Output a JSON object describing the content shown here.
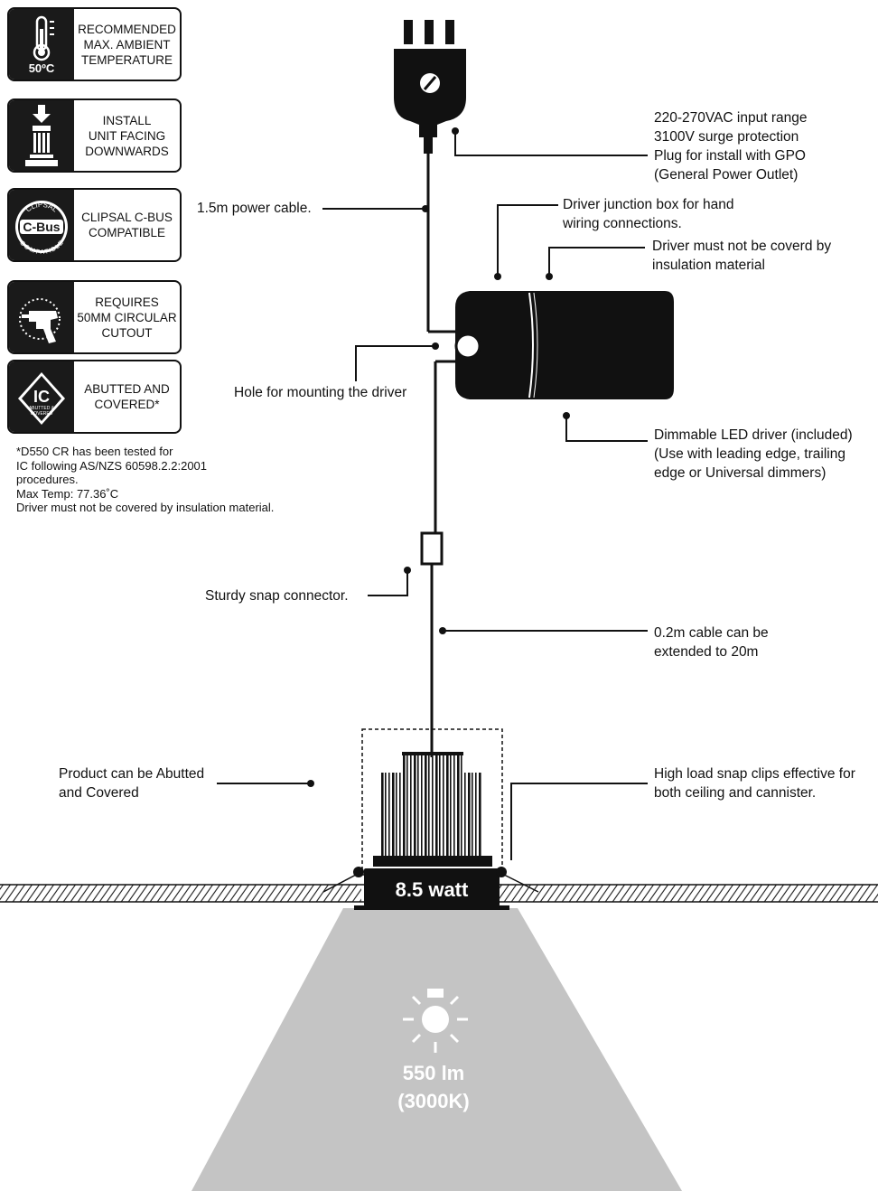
{
  "badges": [
    {
      "label": "RECOMMENDED\nMAX. AMBIENT\nTEMPERATURE",
      "icon_text": "50ºC",
      "icon": "thermometer-icon"
    },
    {
      "label": "INSTALL\nUNIT FACING\nDOWNWARDS",
      "icon": "install-downwards-icon"
    },
    {
      "label": "CLIPSAL C-BUS\nCOMPATIBLE",
      "icon": "clipsal-cbus-logo"
    },
    {
      "label": "REQUIRES\n50MM CIRCULAR\nCUTOUT",
      "icon": "drill-cutout-icon"
    },
    {
      "label": "ABUTTED AND\nCOVERED*",
      "icon": "ic-rating-icon"
    }
  ],
  "logos": {
    "cbus_main": "C-Bus",
    "cbus_arc_top": "CLIPSAL",
    "cbus_arc_bottom": "COMPATIBLE",
    "ic_main": "IC",
    "ic_sub1": "ABUTTED &",
    "ic_sub2": "COVERED"
  },
  "footnote": [
    "*D550 CR has been tested for",
    "IC following AS/NZS 60598.2.2:2001",
    "procedures.",
    "Max Temp: 77.36˚C",
    "Driver must not be covered by insulation material."
  ],
  "callouts": {
    "input_range": [
      "220-270VAC input range",
      "3100V surge protection",
      "Plug for install with GPO",
      "(General Power Outlet)"
    ],
    "power_cable": "1.5m power cable.",
    "junction_box": [
      "Driver junction box for hand",
      "wiring connections."
    ],
    "driver_cover": [
      "Driver must not be coverd by",
      "insulation material"
    ],
    "mount_hole": "Hole for mounting the driver",
    "led_driver": [
      "Dimmable LED driver (included)",
      "(Use with leading edge, trailing",
      "edge or Universal dimmers)"
    ],
    "snap_connector": "Sturdy snap connector.",
    "cable_extend": [
      "0.2m cable can be",
      "extended to 20m"
    ],
    "abutted": [
      "Product can be Abutted",
      "and Covered"
    ],
    "snap_clips": [
      "High load snap clips effective for",
      "both ceiling and cannister."
    ]
  },
  "product": {
    "wattage": "8.5 watt",
    "lumens": "550 lm",
    "color_temp": "(3000K)"
  },
  "colors": {
    "ink": "#111111",
    "light_beam": "#c4c4c4",
    "white": "#ffffff"
  }
}
